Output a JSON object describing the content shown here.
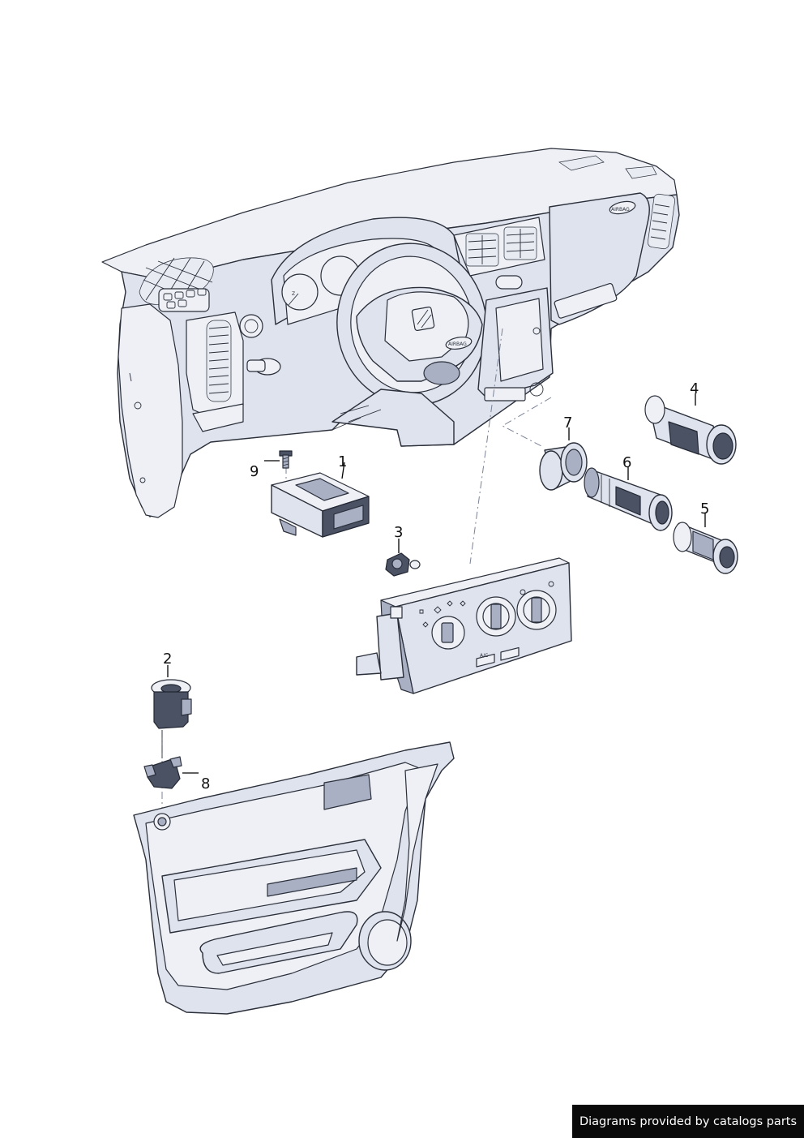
{
  "credit": "Diagrams provided by catalogs parts",
  "dashboard": {
    "airbag_label": "AIRBAG"
  },
  "climate_panel": {
    "ac_label": "A/C"
  },
  "callouts": [
    {
      "id": "1",
      "label": "1"
    },
    {
      "id": "2",
      "label": "2"
    },
    {
      "id": "3",
      "label": "3"
    },
    {
      "id": "4",
      "label": "4"
    },
    {
      "id": "5",
      "label": "5"
    },
    {
      "id": "6",
      "label": "6"
    },
    {
      "id": "7",
      "label": "7"
    },
    {
      "id": "8",
      "label": "8"
    },
    {
      "id": "9",
      "label": "9"
    }
  ],
  "colors": {
    "part_fill": "#dfe3ee",
    "outline": "#2a2f3a",
    "dark_part": "#4b5264",
    "credit_bg": "#0a0a0a"
  }
}
